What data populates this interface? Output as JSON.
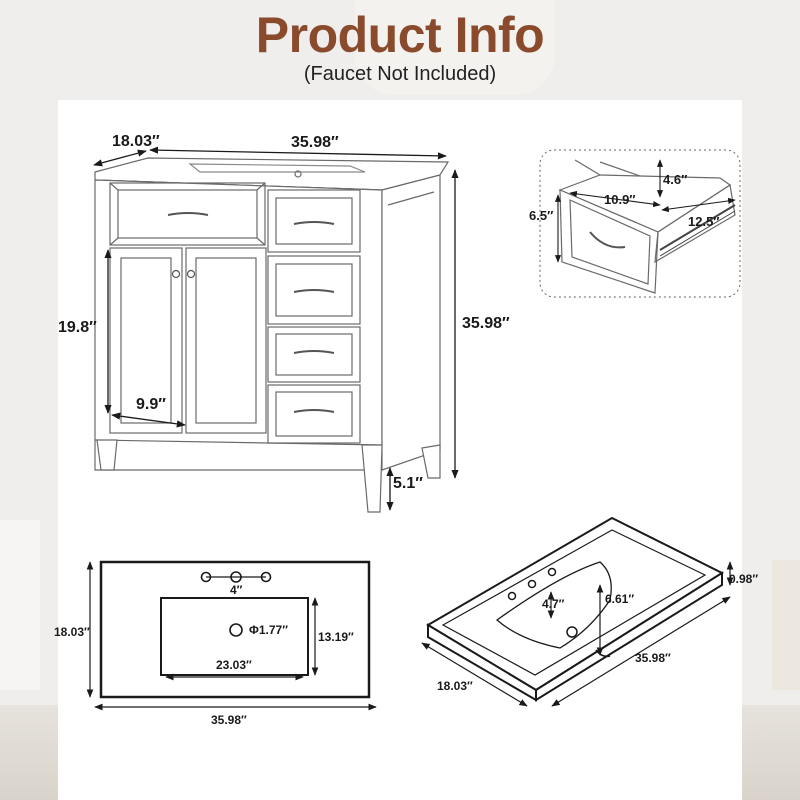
{
  "header": {
    "title": "Product Info",
    "subtitle": "(Faucet Not Included)"
  },
  "vanity": {
    "depth": "18.03″",
    "width": "35.98″",
    "height": "35.98″",
    "door_height": "19.8″",
    "door_width": "9.9″",
    "leg_height": "5.1″"
  },
  "drawer_detail": {
    "height": "4.6″",
    "width": "10.9″",
    "depth": "12.5″",
    "front_height": "6.5″"
  },
  "sink_top_plan": {
    "depth": "18.03″",
    "width": "35.98″",
    "faucet_spacing": "4″",
    "drain": "Φ1.77″",
    "basin_depth": "13.19″",
    "basin_width": "23.03″"
  },
  "sink_perspective": {
    "thickness": "0.98″",
    "bowl_depth": "6.61″",
    "bowl_inner": "4.7″",
    "width": "35.98″",
    "depth": "18.03″"
  },
  "colors": {
    "title": "#8a4a2c",
    "line": "#1a1a1a",
    "sketch": "#555555"
  }
}
